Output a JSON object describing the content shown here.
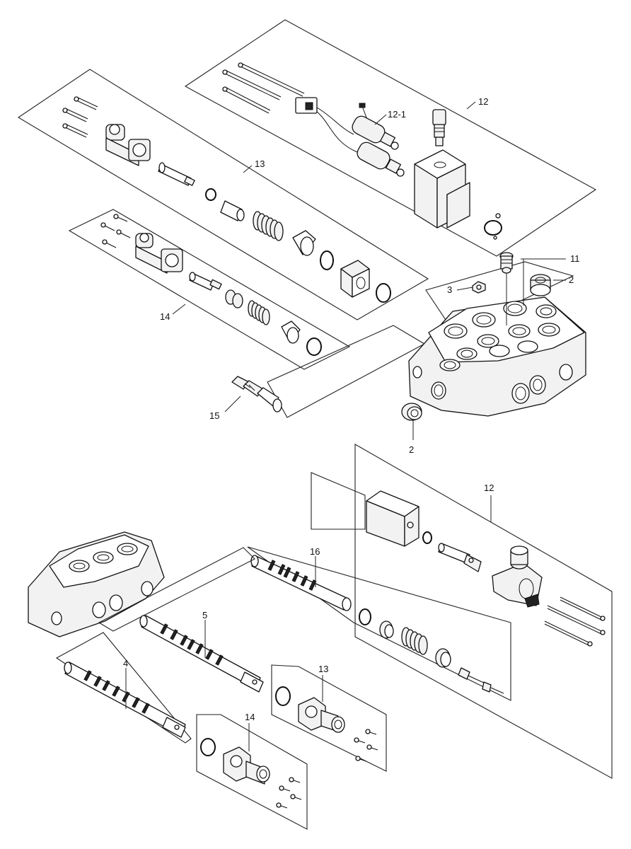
{
  "callouts": {
    "c12_top": "12",
    "c12_1": "12-1",
    "c13_top": "13",
    "c14_top": "14",
    "c11": "11",
    "c2_top": "2",
    "c3": "3",
    "c15": "15",
    "c2_mid": "2",
    "c12_bot": "12",
    "c16": "16",
    "c5": "5",
    "c4": "4",
    "c13_bot": "13",
    "c14_bot": "14"
  }
}
